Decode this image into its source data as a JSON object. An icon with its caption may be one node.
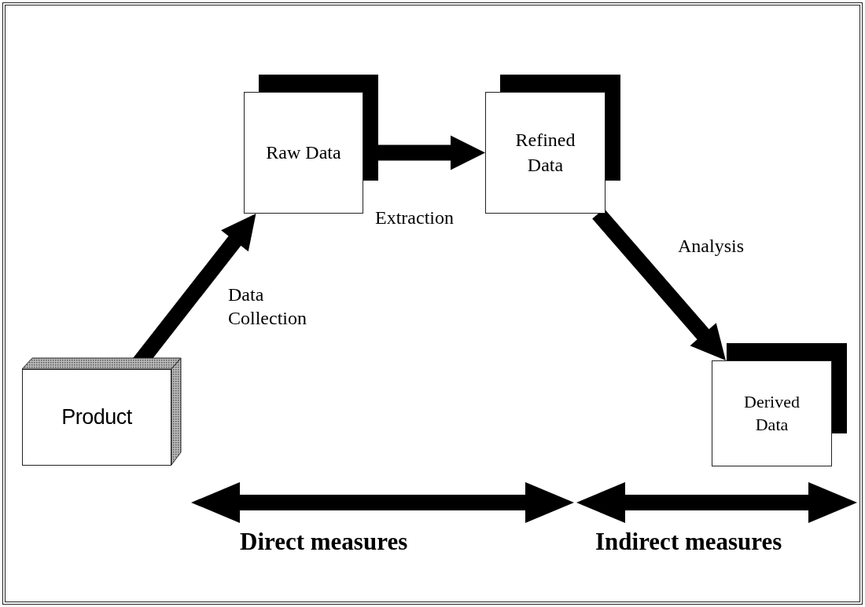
{
  "diagram": {
    "nodes": [
      {
        "text": [
          "Product"
        ]
      },
      {
        "text": [
          "Raw Data"
        ]
      },
      {
        "text": [
          "Refined Data"
        ]
      },
      {
        "text": [
          "Derived Data"
        ]
      }
    ],
    "edges": [
      {
        "from": 0,
        "to": 1,
        "arrow": "to",
        "label": "Data Collection"
      },
      {
        "from": 1,
        "to": 2,
        "arrow": "to",
        "label": "Extraction"
      },
      {
        "from": 2,
        "to": 3,
        "arrow": "to",
        "label": "Analysis"
      }
    ],
    "labels": [
      "Direct measures",
      "Indirect measures"
    ]
  }
}
